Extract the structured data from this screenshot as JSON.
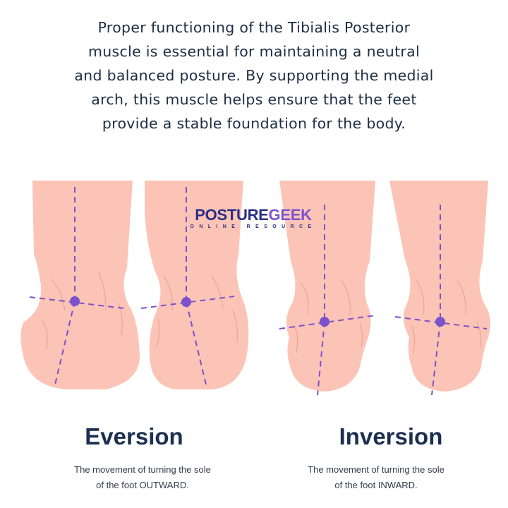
{
  "intro": {
    "lines": [
      "Proper functioning of the Tibialis Posterior",
      "muscle is essential for maintaining a neutral",
      "and balanced posture. By supporting the medial",
      "arch, this muscle helps ensure that the feet",
      "provide a stable foundation for the body."
    ]
  },
  "logo": {
    "main_part1": "POSTURE",
    "main_part2": "GEEK",
    "subtitle": "ONLINE RESOURCE"
  },
  "panels": [
    {
      "heading": "Eversion",
      "description_lines": [
        "The movement of turning the sole",
        "of the foot OUTWARD."
      ]
    },
    {
      "heading": "Inversion",
      "description_lines": [
        "The movement of turning the sole",
        "of the foot INWARD."
      ]
    }
  ],
  "colors": {
    "skin": "#fcc4b6",
    "skin_line": "#e9a698",
    "axis": "#7b52cb",
    "heading": "#1c2f4f",
    "text": "#1d2d44",
    "logo_primary": "#2b2f86",
    "logo_accent": "#7d54cf"
  }
}
